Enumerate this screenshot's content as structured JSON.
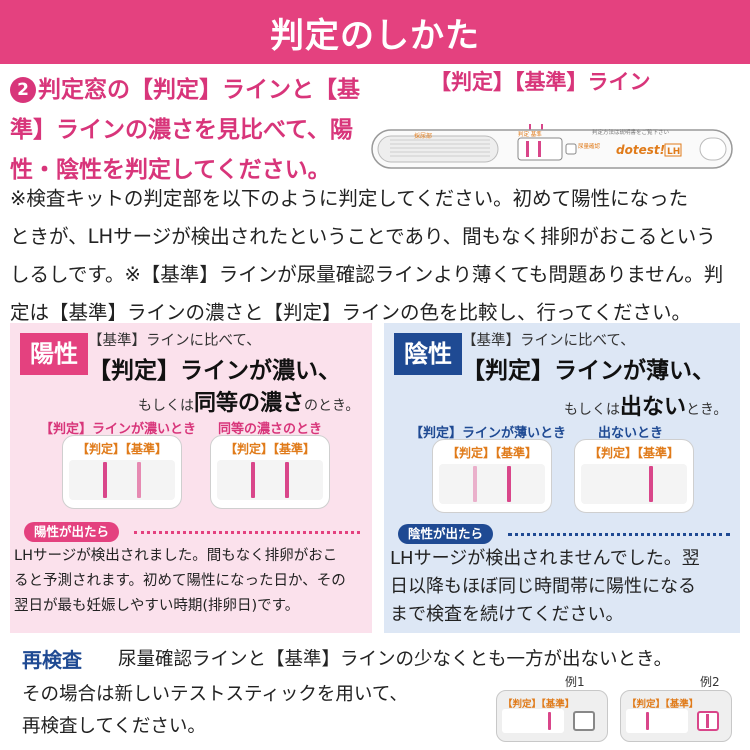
{
  "header": {
    "title": "判定のしかた"
  },
  "step": {
    "number": "2",
    "lines": [
      "判定窓の【判定】ラインと【基",
      "準】ラインの濃さを見比べて、陽",
      "性・陰性を判定してください。"
    ]
  },
  "device": {
    "label": "【判定】【基準】ライン",
    "brand": "dotest!",
    "brand_suffix": "LH",
    "small_left": "採尿部",
    "small_top": "判定 基準",
    "small_right": "判定方法は説明書をご覧下さい",
    "small_ctrl": "尿量確認"
  },
  "note": {
    "lines": [
      "※検査キットの判定部を以下のように判定してください。初めて陽性になった",
      "ときが、LHサージが検出されたということであり、間もなく排卵がおこるという",
      "しるしです。※【基準】ラインが尿量確認ラインより薄くても問題ありません。判",
      "定は【基準】ラインの濃さと【判定】ラインの色を比較し、行ってください。"
    ]
  },
  "positive": {
    "badge": "陽性",
    "intro": "【基準】ラインに比べて、",
    "strong": "【判定】ラインが濃い、",
    "or_prefix": "もしくは",
    "or_bold": "同等の濃さ",
    "or_suffix": "のとき。",
    "case1": "【判定】ラインが濃いとき",
    "case2": "同等の濃さのとき",
    "window_label": "【判定】【基準】",
    "pill": "陽性が出たら",
    "result": [
      "LHサージが検出されました。間もなく排卵がおこ",
      "ると予測されます。初めて陽性になった日か、その",
      "翌日が最も妊娠しやすい時期(排卵日)です。"
    ]
  },
  "negative": {
    "badge": "陰性",
    "intro": "【基準】ラインに比べて、",
    "strong": "【判定】ラインが薄い、",
    "or_prefix": "もしくは",
    "or_bold": "出ない",
    "or_suffix": "とき。",
    "case1": "【判定】ラインが薄いとき",
    "case2": "出ないとき",
    "window_label": "【判定】【基準】",
    "pill": "陰性が出たら",
    "result": [
      "LHサージが検出されませんでした。翌",
      "日以降もほぼ同じ時間帯に陽性になる",
      "まで検査を続けてください。"
    ]
  },
  "retest": {
    "title": "再検査",
    "desc": "尿量確認ラインと【基準】ラインの少なくとも一方が出ないとき。",
    "lines": [
      "その場合は新しいテストスティックを用いて、",
      "再検査してください。"
    ],
    "example1": "例1",
    "example2": "例2",
    "example_window_label": "【判定】【基準】"
  },
  "colors": {
    "accent_pink": "#e4417f",
    "accent_blue": "#1f4a93",
    "test_line": "#d9468a"
  },
  "icons": [
    "test-stick-icon",
    "window-icon"
  ]
}
